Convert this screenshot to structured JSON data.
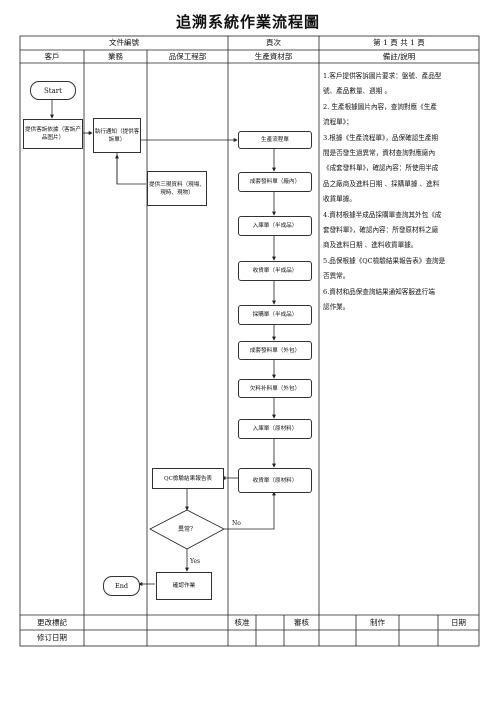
{
  "title": "追溯系統作業流程圖",
  "header": {
    "doc_label": "文件編號",
    "page_label": "頁次",
    "page_value": "第 1 頁 共 1 頁"
  },
  "columns": [
    "客戶",
    "業務",
    "品保工程部",
    "生產資材部",
    "備註/說明"
  ],
  "notes": [
    "1.客戶提供客訴圖片要求：盤號、產品型",
    "號、產品數量、週期 。",
    "2. 生產根據圖片內容，查詢對應《生產",
    "流程單》；",
    "3.根據《生產流程單》，品保確認生產期",
    "間是否發生過異常，資材查詢對應廠內",
    "《成套發料單》，確認內容：所使用半成",
    "品之廠商及進料日期 、採購單據 、進料",
    "收貨單據。",
    "4.資材根據半成品採購單查詢其外包《成",
    "套發料單》，確認內容：所發原材料之廠",
    "商及進料日期 、進料收貨單據。",
    "5.品保根據《QC檢驗結果報告表》查詢是",
    "否異常。",
    "6.資材和品保查詢結果通知客服進行端",
    "認作業。"
  ],
  "flow": {
    "start": "Start",
    "end": "End",
    "customer_complaint": "提供客訴依據（客訴产品图片）",
    "sales_notice": "執行通知（提供客訴單）",
    "qa_provide": "提供三現資料（現場、現時、現物）",
    "prod_flow": "生產流程單",
    "kit_issue_in": "成套發料單（廠內）",
    "receive_semi": "入庫單（半成品）",
    "receipt_semi": "收貨單（半成品）",
    "purchase_semi": "採購單（半成品）",
    "kit_issue_out": "成套發料單（外包）",
    "issue_semi_out": "欠料补料單（外包）",
    "receive_raw": "入庫單（原材料）",
    "receipt_raw": "收貨單（原材料）",
    "qc_report": "QC檢驗結果報告表",
    "decision": "異常？",
    "no_label": "No",
    "yes_label": "Yes",
    "confirm": "確認作業"
  },
  "footer": {
    "change_mark": "更改標記",
    "approve": "核准",
    "review": "審核",
    "made": "制作",
    "date": "日期",
    "revise_date": "修订日期"
  }
}
